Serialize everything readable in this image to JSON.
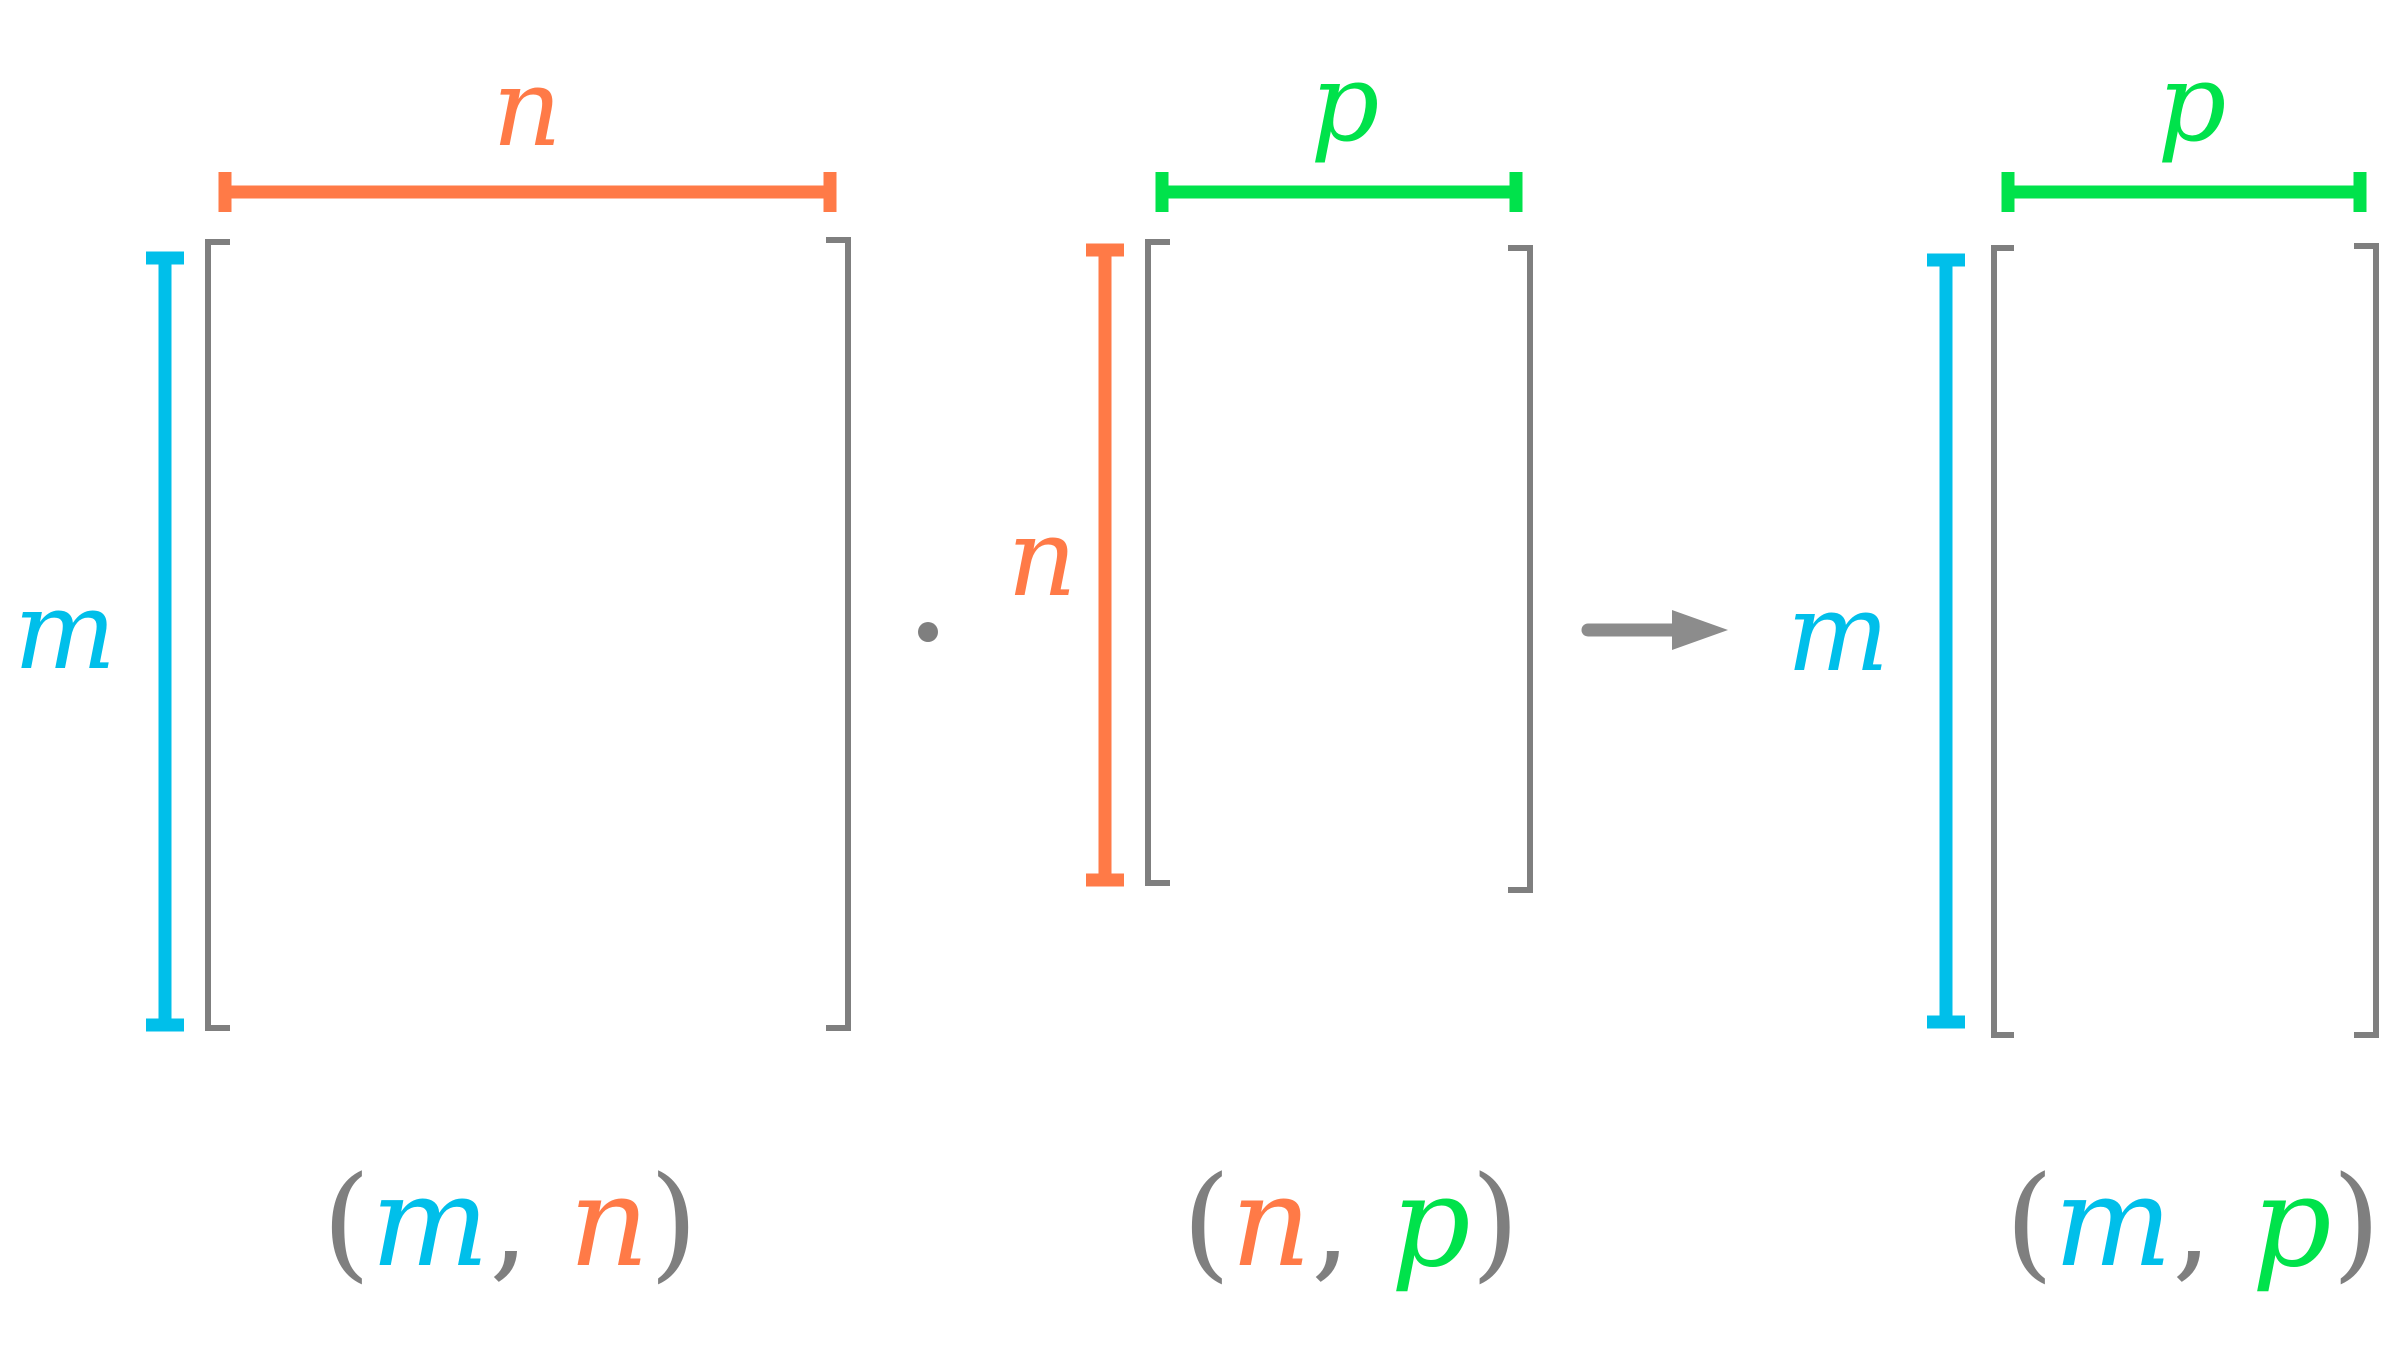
{
  "colors": {
    "m": "#00BFEA",
    "n": "#FF7A47",
    "p": "#00E24B",
    "neutral": "#7F7F7F"
  },
  "symbols": {
    "m": "m",
    "n": "n",
    "p": "p",
    "dot": "·",
    "arrow": "→"
  },
  "matrices": [
    {
      "id": "A",
      "top_label": "n",
      "side_label": "m",
      "shape": {
        "open": "(",
        "rows": "m",
        "sep": ",",
        "cols": "n",
        "close": ")"
      }
    },
    {
      "id": "B",
      "top_label": "p",
      "side_label": "n",
      "shape": {
        "open": "(",
        "rows": "n",
        "sep": ",",
        "cols": "p",
        "close": ")"
      }
    },
    {
      "id": "C",
      "top_label": "p",
      "side_label": "m",
      "shape": {
        "open": "(",
        "rows": "m",
        "sep": ",",
        "cols": "p",
        "close": ")"
      }
    }
  ]
}
